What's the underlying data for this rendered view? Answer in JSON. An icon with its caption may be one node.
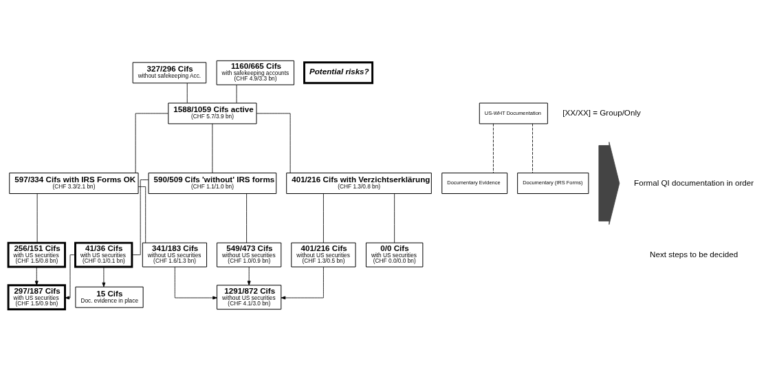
{
  "diagram": {
    "nodes": [
      {
        "text": [
          "327/296 Cifs",
          "without safekeeping Acc."
        ]
      },
      {
        "text": [
          "1160/665 Cifs",
          "with safekeeping accounts",
          "(CHF 4.9/3.3 bn)"
        ]
      },
      {
        "text": [
          "1588/1059 Cifs active",
          "(CHF 5.7/3.9 bn)"
        ]
      },
      {
        "text": [
          "597/334 Cifs with IRS Forms OK",
          "(CHF 3.3/2.1 bn)"
        ]
      },
      {
        "text": [
          "590/509 Cifs 'without' IRS forms",
          "(CHF 1.1/1.0 bn)"
        ]
      },
      {
        "text": [
          "401/216 Cifs with Verzichtserklärung",
          "(CHF 1.3/0.8 bn)"
        ]
      },
      {
        "text": [
          "256/151 Cifs",
          "with US securities",
          "(CHF 1.5/0.8 bn)"
        ]
      },
      {
        "text": [
          "341/183 Cifs",
          "without US securities",
          "(CHF 1.6/1.3 bn)"
        ]
      },
      {
        "text": [
          "41/36 Cifs",
          "with US securities",
          "(CHF 0.1/0.1 bn)"
        ]
      },
      {
        "text": [
          "549/473 Cifs",
          "without US securities",
          "(CHF 1.0/0.9 bn)"
        ]
      },
      {
        "text": [
          "0/0 Cifs",
          "with US securities",
          "(CHF 0.0/0.0 bn)"
        ]
      },
      {
        "text": [
          "401/216 Cifs",
          "without US securities",
          "(CHF 1.3/0.5 bn)"
        ]
      },
      {
        "text": [
          "297/187 Cifs",
          "with US securities",
          "(CHF 1.5/0.9 bn)"
        ]
      },
      {
        "text": [
          "15 Cifs",
          "Doc. evidence in place"
        ]
      },
      {
        "text": [
          "1291/872 Cifs",
          "without US securities",
          "(CHF 4.1/3.0 bn)"
        ]
      },
      {
        "text": [
          "Potential risks?"
        ]
      },
      {
        "text": [
          "US-WHT Documentation"
        ]
      },
      {
        "text": [
          "Documentary Evidence"
        ]
      },
      {
        "text": [
          "Documentary (IRS Forms)"
        ]
      },
      {
        "text": [],
        "shape": "arrow"
      }
    ],
    "edges": [
      {
        "from": 0,
        "to": 2,
        "arrow": "none"
      },
      {
        "from": 1,
        "to": 2,
        "arrow": "none"
      },
      {
        "from": 2,
        "to": 3,
        "arrow": "none"
      },
      {
        "from": 2,
        "to": 4,
        "arrow": "none"
      },
      {
        "from": 2,
        "to": 5,
        "arrow": "none"
      },
      {
        "from": 3,
        "to": 6,
        "arrow": "none"
      },
      {
        "from": 3,
        "to": 7,
        "arrow": "none"
      },
      {
        "from": 4,
        "to": 8,
        "arrow": "none"
      },
      {
        "from": 4,
        "to": 9,
        "arrow": "none"
      },
      {
        "from": 5,
        "to": 10,
        "arrow": "none"
      },
      {
        "from": 5,
        "to": 11,
        "arrow": "none"
      },
      {
        "from": 6,
        "to": 12,
        "arrow": "to"
      },
      {
        "from": 8,
        "to": 12,
        "arrow": "to"
      },
      {
        "from": 8,
        "to": 13,
        "arrow": "to"
      },
      {
        "from": 7,
        "to": 14,
        "arrow": "to"
      },
      {
        "from": 9,
        "to": 14,
        "arrow": "to"
      },
      {
        "from": 11,
        "to": 14,
        "arrow": "to"
      },
      {
        "from": 16,
        "to": 17,
        "arrow": "none",
        "style": "dashed"
      },
      {
        "from": 16,
        "to": 18,
        "arrow": "none",
        "style": "dashed"
      }
    ],
    "labels": [
      "[XX/XX] = Group/Only",
      "Formal QI documentation in order",
      "Next steps to be decided"
    ]
  }
}
